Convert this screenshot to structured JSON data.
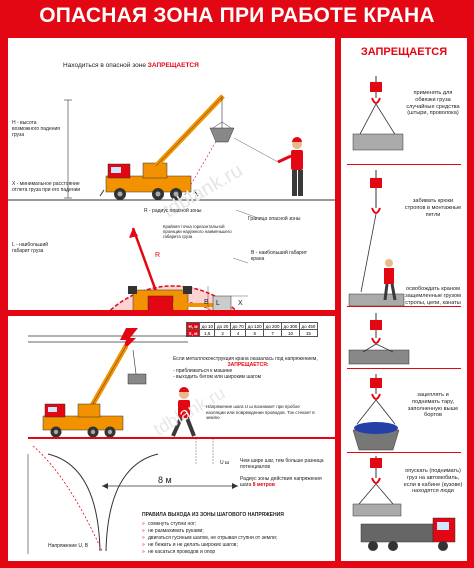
{
  "title": "ОПАСНАЯ ЗОНА ПРИ РАБОТЕ КРАНА",
  "top_panel": {
    "banner_text": "Находиться в опасной зоне",
    "banner_accent": "ЗАПРЕЩАЕТСЯ",
    "h_label": "H - высота возможного падения груза",
    "x_label": "X - минимальное расстояние отлета груза при его падении",
    "l_label": "L - наибольший габарит груза",
    "r_label": "R - радиус опасной зоны",
    "b_label": "B - наибольший габарит крана",
    "boundary_label": "Граница опасной зоны",
    "trajectory_label": "Крайняя точка горизонтальной проекции наружного наименьшего габарита груза",
    "letter_l": "L",
    "letter_x": "X",
    "letter_b": "B",
    "letter_r": "R"
  },
  "bottom_panel": {
    "table": {
      "row1": [
        "H, м",
        "до 10",
        "до 20",
        "до 70",
        "до 120",
        "до 200",
        "до 300",
        "до 450"
      ],
      "row2": [
        "X, м",
        "1,5",
        "2",
        "4",
        "5",
        "7",
        "10",
        "15"
      ]
    },
    "voltage_note": "Если металлоконструкция крана оказалась под напряжением,",
    "voltage_accent": "ЗАПРЕЩАЕТСЯ:",
    "voltage_items": [
      "- приближаться к машине",
      "- выходить бегом или широким шагом"
    ],
    "step_note": "Напряжение шага U ш возникает при пробое изоляции или повреждении проводов. Ток стекает в землю",
    "u_label": "U ш",
    "width_note": "Чем шире шаг, тем больше разница потенциалов",
    "radius_note": "Радиус зоны действия напряжения шага",
    "radius_value": "8 метров",
    "distance_label": "8 м",
    "exit_title": "ПРАВИЛА ВЫХОДА ИЗ ЗОНЫ ШАГОВОГО НАПРЯЖЕНИЯ",
    "rules": [
      "сомкнуть ступни ног;",
      "не размахивать руками;",
      "двигаться гусиным шагом, не отрывая ступни от земли;",
      "не бежать и не делать широких шагов;",
      "не касаться проводов и опор"
    ],
    "voltage_axis_label": "Напряжение U, В"
  },
  "right_panel": {
    "header": "ЗАПРЕЩАЕТСЯ",
    "items": [
      "применять для обвязки груза случайные средства (штыри, проволока)",
      "забивать крюки стропов в монтажные петли",
      "освобождать краном защемленные грузом стропы, цепи, канаты",
      "зацеплять и поднимать тару, заполненную выше бортов",
      "опускать (поднимать) груз на автомобиль, если в кабине (кузове) находятся люди"
    ]
  },
  "watermark": "tdblank.ru",
  "colors": {
    "accent": "#e30613",
    "crane": "#f39200",
    "worker": "#3a3a3a",
    "zone_fill": "#fbd3d3"
  }
}
